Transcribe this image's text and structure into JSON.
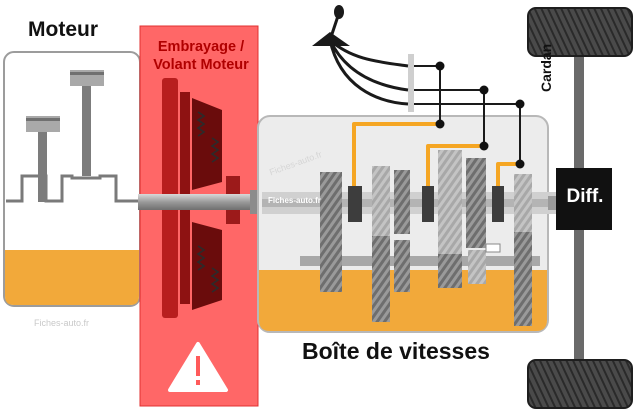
{
  "labels": {
    "engine": "Moteur",
    "clutch_line1": "Embrayage /",
    "clutch_line2": "Volant Moteur",
    "gearbox": "Boîte de vitesses",
    "driveshaft": "Cardan",
    "differential": "Diff.",
    "shaft_watermark": "Fiches-auto.fr"
  },
  "watermarks": [
    "Fiches-auto.fr",
    "Fiches-auto.fr"
  ],
  "icons": {
    "warning": "warning-triangle-icon",
    "gear_lever": "gear-lever-icon"
  },
  "colors": {
    "clutch_zone": "#ff5a5a",
    "clutch_text": "#b00000",
    "oil": "#f2a93a",
    "selector_fork": "#f5a623",
    "differential": "#111111",
    "tire": "#3a3a3a",
    "gear": "#8a8a8a"
  }
}
